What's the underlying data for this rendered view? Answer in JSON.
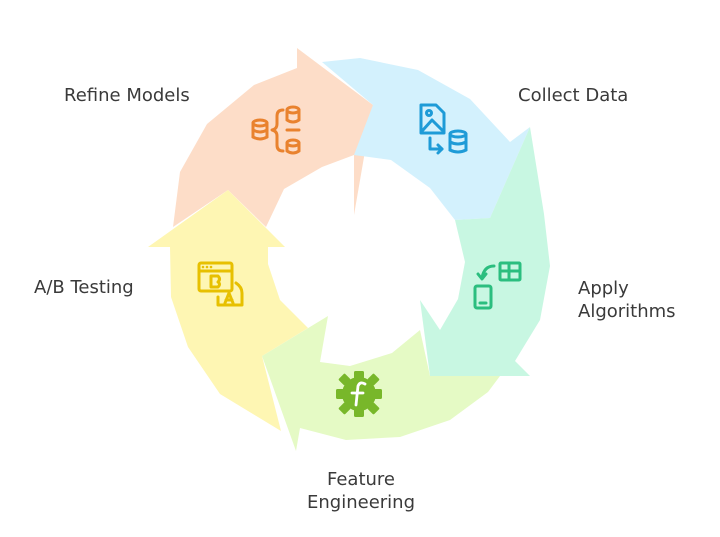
{
  "diagram": {
    "stages": [
      {
        "id": "collect",
        "label_lines": [
          "Collect Data"
        ],
        "fill": "#D3F1FD",
        "icon_color": "#1E9BD7",
        "icon": "image-file-to-database-icon"
      },
      {
        "id": "apply",
        "label_lines": [
          "Apply",
          "Algorithms"
        ],
        "fill": "#C8F7E2",
        "icon_color": "#2BBE7F",
        "icon": "phone-table-sync-icon"
      },
      {
        "id": "feature",
        "label_lines": [
          "Feature",
          "Engineering"
        ],
        "fill": "#E5FAC5",
        "icon_color": "#78B72A",
        "icon": "function-gear-icon"
      },
      {
        "id": "ab",
        "label_lines": [
          "A/B Testing"
        ],
        "fill": "#FEF6B3",
        "icon_color": "#E7C000",
        "icon": "ab-test-windows-icon"
      },
      {
        "id": "refine",
        "label_lines": [
          "Refine Models"
        ],
        "fill": "#FDDDC8",
        "icon_color": "#E9822E",
        "icon": "database-branch-icon"
      }
    ]
  }
}
